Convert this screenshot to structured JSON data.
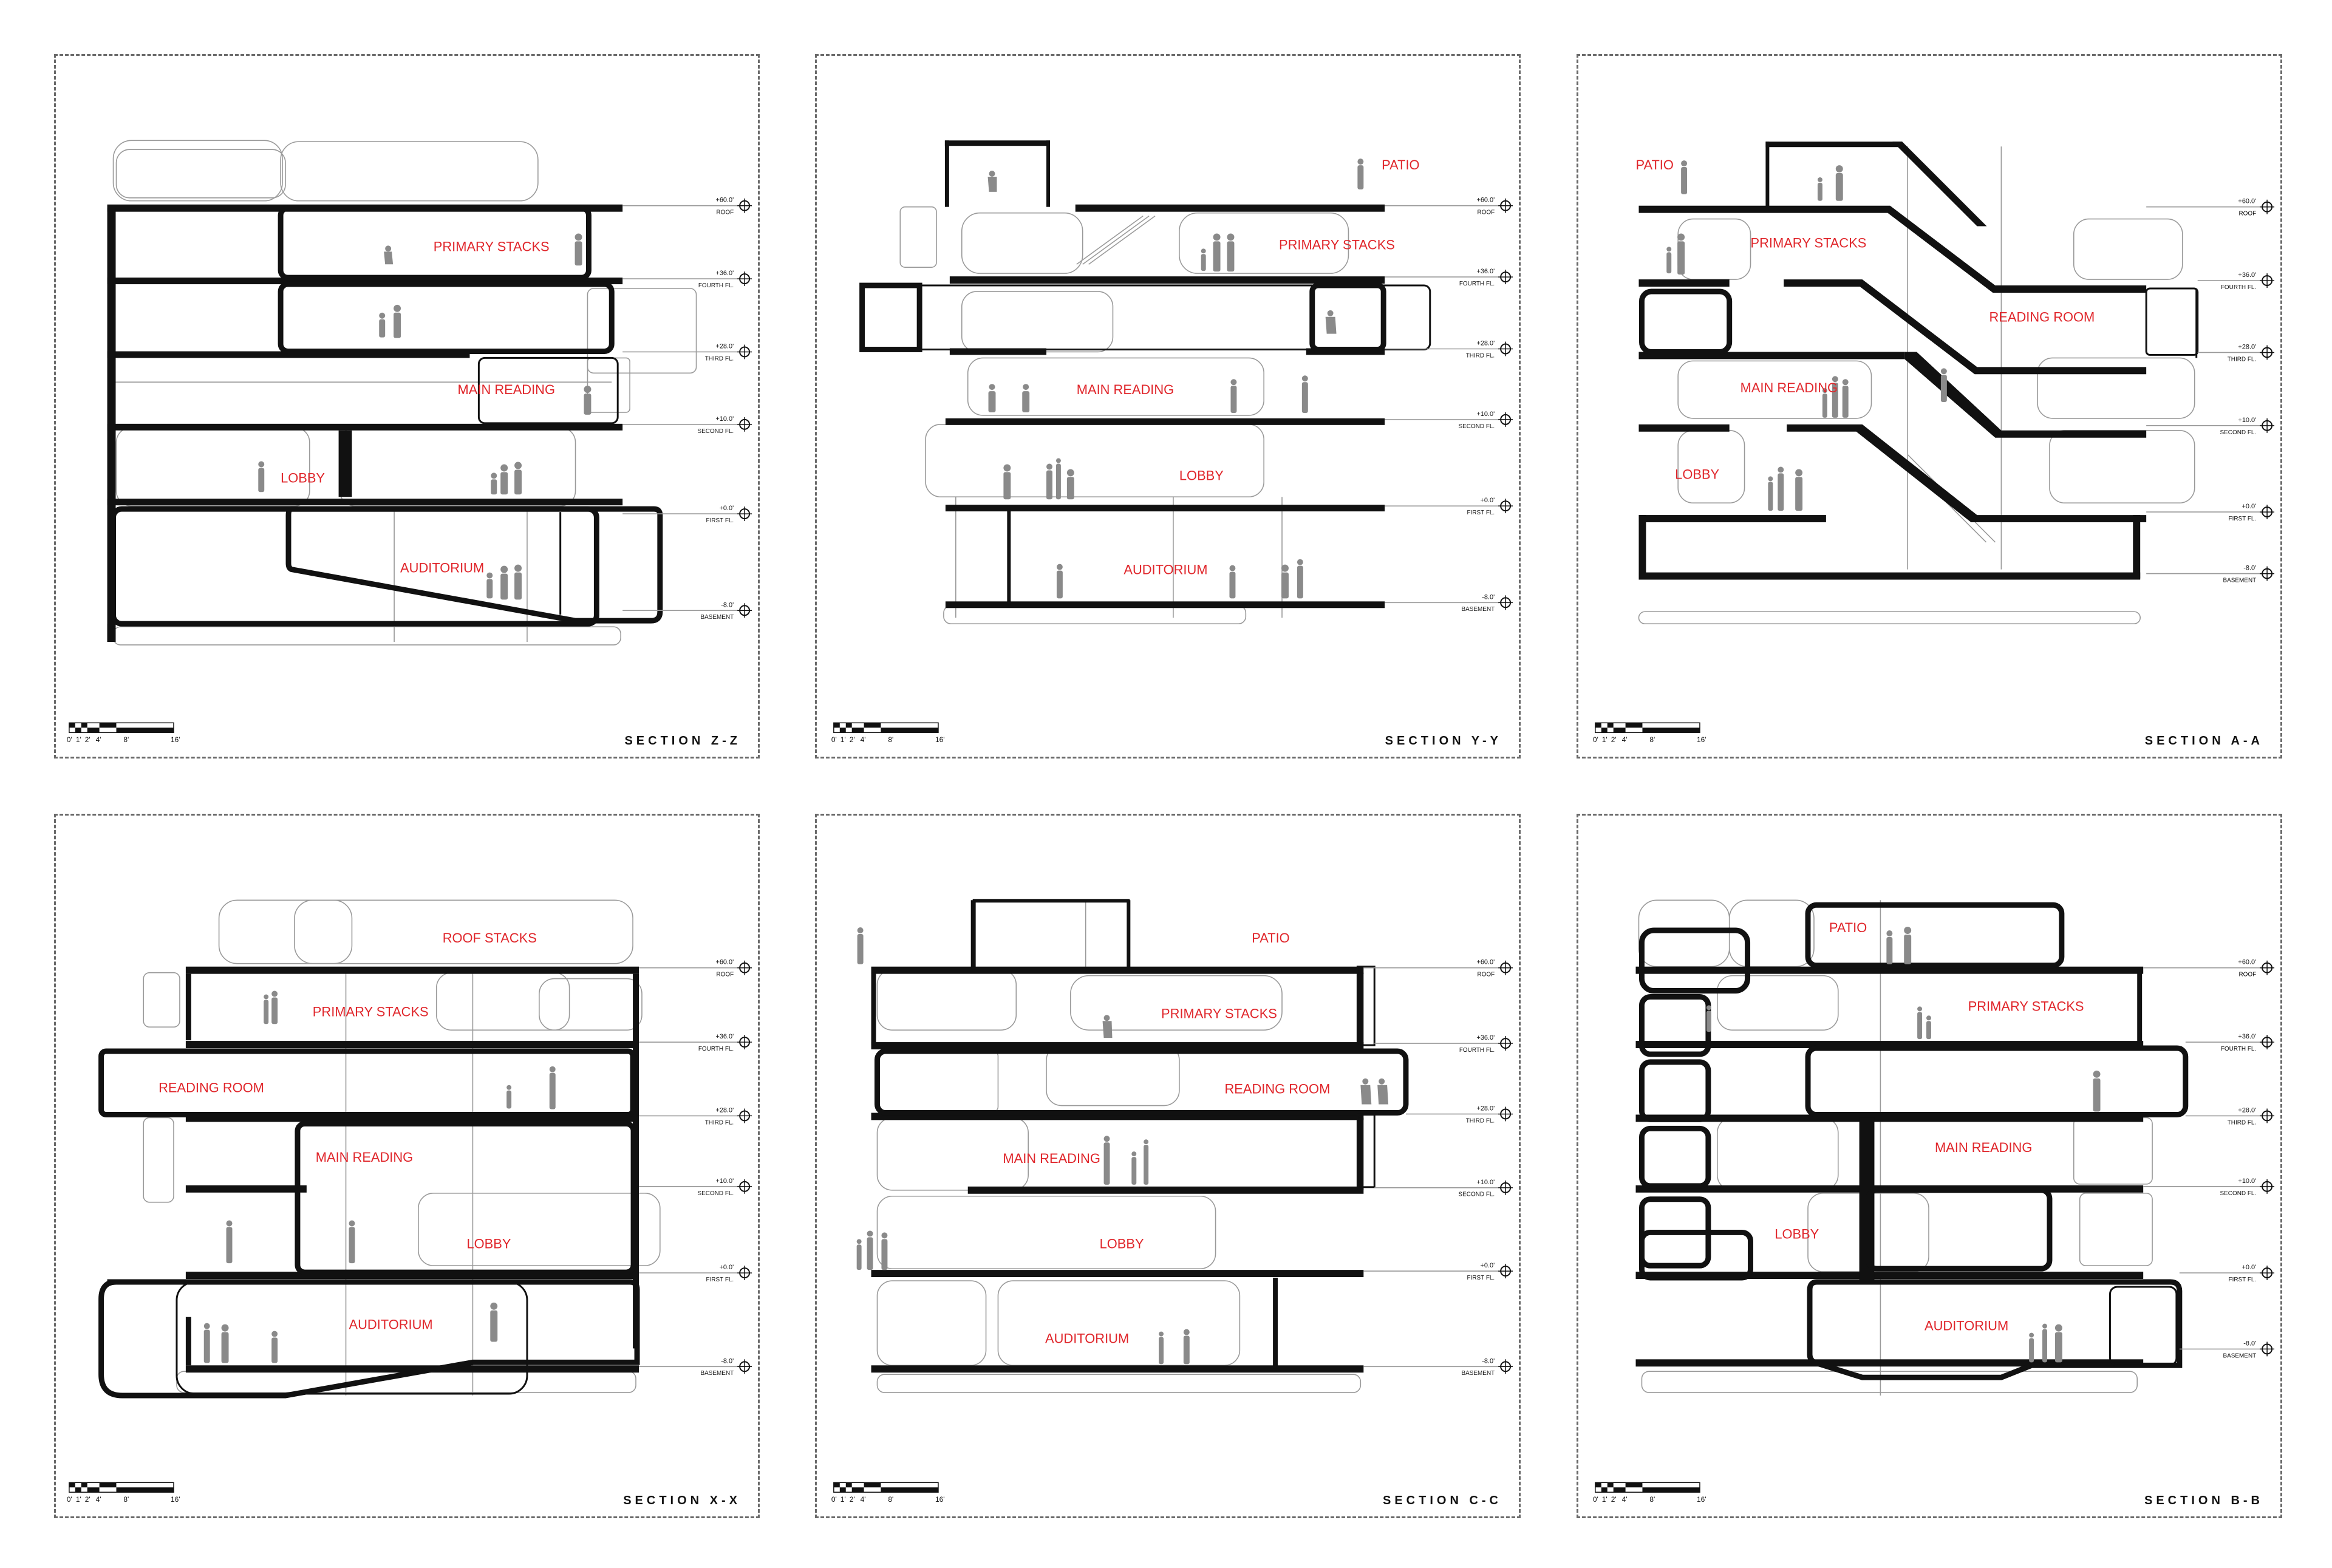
{
  "sheets": [
    {
      "title": "SECTION Z-Z",
      "rooms": [
        "PRIMARY STACKS",
        "MAIN READING",
        "LOBBY",
        "AUDITORIUM"
      ],
      "levels": [
        {
          "value": "+60.0'",
          "name": "ROOF"
        },
        {
          "value": "+36.0'",
          "name": "FOURTH FL."
        },
        {
          "value": "+28.0'",
          "name": "THIRD FL."
        },
        {
          "value": "+10.0'",
          "name": "SECOND FL."
        },
        {
          "value": "+0.0'",
          "name": "FIRST FL."
        },
        {
          "value": "-8.0'",
          "name": "BASEMENT"
        }
      ],
      "scale": [
        "0'",
        "1'",
        "2'",
        "4'",
        "8'",
        "16'"
      ]
    },
    {
      "title": "SECTION Y-Y",
      "rooms": [
        "PATIO",
        "PRIMARY STACKS",
        "MAIN READING",
        "LOBBY",
        "AUDITORIUM"
      ],
      "levels": [
        {
          "value": "+60.0'",
          "name": "ROOF"
        },
        {
          "value": "+36.0'",
          "name": "FOURTH FL."
        },
        {
          "value": "+28.0'",
          "name": "THIRD FL."
        },
        {
          "value": "+10.0'",
          "name": "SECOND FL."
        },
        {
          "value": "+0.0'",
          "name": "FIRST FL."
        },
        {
          "value": "-8.0'",
          "name": "BASEMENT"
        }
      ],
      "scale": [
        "0'",
        "1'",
        "2'",
        "4'",
        "8'",
        "16'"
      ]
    },
    {
      "title": "SECTION A-A",
      "rooms": [
        "PATIO",
        "PRIMARY STACKS",
        "READING ROOM",
        "MAIN READING",
        "LOBBY"
      ],
      "levels": [
        {
          "value": "+60.0'",
          "name": "ROOF"
        },
        {
          "value": "+36.0'",
          "name": "FOURTH FL."
        },
        {
          "value": "+28.0'",
          "name": "THIRD FL."
        },
        {
          "value": "+10.0'",
          "name": "SECOND FL."
        },
        {
          "value": "+0.0'",
          "name": "FIRST FL."
        },
        {
          "value": "-8.0'",
          "name": "BASEMENT"
        }
      ],
      "scale": [
        "0'",
        "1'",
        "2'",
        "4'",
        "8'",
        "16'"
      ]
    },
    {
      "title": "SECTION X-X",
      "rooms": [
        "ROOF STACKS",
        "PRIMARY STACKS",
        "READING ROOM",
        "MAIN READING",
        "LOBBY",
        "AUDITORIUM"
      ],
      "levels": [
        {
          "value": "+60.0'",
          "name": "ROOF"
        },
        {
          "value": "+36.0'",
          "name": "FOURTH FL."
        },
        {
          "value": "+28.0'",
          "name": "THIRD FL."
        },
        {
          "value": "+10.0'",
          "name": "SECOND FL."
        },
        {
          "value": "+0.0'",
          "name": "FIRST FL."
        },
        {
          "value": "-8.0'",
          "name": "BASEMENT"
        }
      ],
      "scale": [
        "0'",
        "1'",
        "2'",
        "4'",
        "8'",
        "16'"
      ]
    },
    {
      "title": "SECTION C-C",
      "rooms": [
        "PATIO",
        "PRIMARY STACKS",
        "READING ROOM",
        "MAIN READING",
        "LOBBY",
        "AUDITORIUM"
      ],
      "levels": [
        {
          "value": "+60.0'",
          "name": "ROOF"
        },
        {
          "value": "+36.0'",
          "name": "FOURTH FL."
        },
        {
          "value": "+28.0'",
          "name": "THIRD FL."
        },
        {
          "value": "+10.0'",
          "name": "SECOND FL."
        },
        {
          "value": "+0.0'",
          "name": "FIRST FL."
        },
        {
          "value": "-8.0'",
          "name": "BASEMENT"
        }
      ],
      "scale": [
        "0'",
        "1'",
        "2'",
        "4'",
        "8'",
        "16'"
      ]
    },
    {
      "title": "SECTION B-B",
      "rooms": [
        "PATIO",
        "PRIMARY STACKS",
        "MAIN READING",
        "LOBBY",
        "AUDITORIUM"
      ],
      "levels": [
        {
          "value": "+60.0'",
          "name": "ROOF"
        },
        {
          "value": "+36.0'",
          "name": "FOURTH FL."
        },
        {
          "value": "+28.0'",
          "name": "THIRD FL."
        },
        {
          "value": "+10.0'",
          "name": "SECOND FL."
        },
        {
          "value": "+0.0'",
          "name": "FIRST FL."
        },
        {
          "value": "-8.0'",
          "name": "BASEMENT"
        }
      ],
      "scale": [
        "0'",
        "1'",
        "2'",
        "4'",
        "8'",
        "16'"
      ]
    }
  ],
  "colors": {
    "room_label": "#e0262b",
    "figure": "#8a8a8a",
    "ink": "#111111",
    "border": "#6a6a6a"
  }
}
